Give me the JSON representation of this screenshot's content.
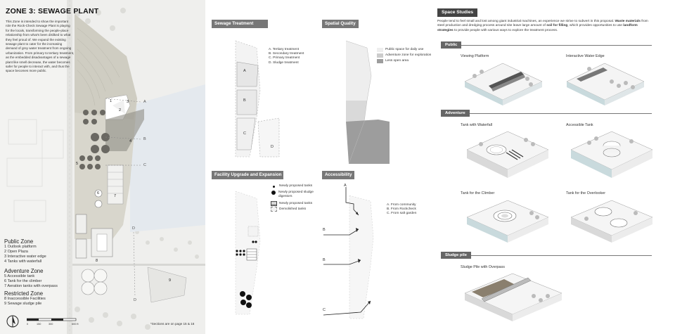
{
  "site": {
    "title": "ZONE 3: SEWAGE PLANT",
    "intro": "This Zone is intended to show the important role the Rock-Check Sewage Plant is playing for the locals, transforming the people-place relationship from what's been disliked to what they feel proud of. We expand the existing sewage plant to cater for the increasing demand of grey water treatment from ongoing urbanization. From primary to tertiary treatment, as the embedded disadvantages of a sewage plant like smell decrease, the water becomes safer for people to interact with, and thus the space becomes more public.",
    "zones": [
      {
        "heading": "Public Zone",
        "items": [
          "1 Outlook platform",
          "2 Open Plaza",
          "3 Interactive water edge",
          "4 Tanks with waterfall"
        ]
      },
      {
        "heading": "Adventure Zone",
        "items": [
          "5 Accessible tank",
          "6 Tank for the climber",
          "7 Aeration tanks with overpass"
        ]
      },
      {
        "heading": "Restricted Zone",
        "items": [
          "8 Inaccessible Facilities",
          "9 Sewage sludge pile"
        ]
      }
    ],
    "map_labels": [
      "1",
      "2",
      "3",
      "4",
      "5",
      "6",
      "7",
      "8",
      "9"
    ],
    "section_markers": [
      "A",
      "B",
      "C",
      "A",
      "B",
      "C",
      "D",
      "D"
    ],
    "scale_ticks": [
      "0",
      "150",
      "300",
      "600 ft"
    ],
    "sections_note": "*Sections are on page 15 & 16"
  },
  "zoning": {
    "title": "Sewage Treatment Zoning",
    "legend": [
      "A. Tertiary treatment",
      "B. Secondary treatment",
      "C. Primary treatment",
      "D. Sludge treatment"
    ],
    "labels": [
      "A",
      "B",
      "C",
      "D"
    ]
  },
  "spatial": {
    "title": "Spatial Quality",
    "legend": [
      "Public space for daily use",
      "Adventure zone for exploration",
      "Less open area"
    ],
    "colors": [
      "#eeeeee",
      "#cccccc",
      "#9d9d9d"
    ]
  },
  "facility": {
    "title": "Facility Upgrade and Expansion",
    "legend": [
      "Newly proposed tanks",
      "Newly proposed sludge digestors",
      "Newly proposed tanks",
      "Demolished tanks"
    ]
  },
  "access": {
    "title": "Accessibility",
    "legend": [
      "A. From community",
      "B. From Rockcheck",
      "C. From salt garden"
    ],
    "labels": [
      "A",
      "B",
      "B",
      "C"
    ]
  },
  "space": {
    "title": "Space Studies",
    "desc_parts": [
      {
        "text": "People tend to feel small and lost among giant industrial machines, an experience we strive to subvert in this proposal. ",
        "bold": false
      },
      {
        "text": "Waste materials",
        "bold": true
      },
      {
        "text": " from steel production and dredging process around site leave large amount of ",
        "bold": false
      },
      {
        "text": "soil for filling",
        "bold": true
      },
      {
        "text": ", which provides opportunities to use ",
        "bold": false
      },
      {
        "text": "landform strategies",
        "bold": true
      },
      {
        "text": " to provide people with various ways to explore the treatment process.",
        "bold": false
      }
    ],
    "sections": [
      {
        "label": "Public",
        "captions": [
          "Viewing Platform",
          "Interactive Water Edge"
        ]
      },
      {
        "label": "Adventure",
        "captions": [
          "Tank with Waterfall",
          "Accessible Tank",
          "Tank for the Climber",
          "Tank for the Overlooker"
        ]
      },
      {
        "label": "Sludge pile",
        "captions": [
          "Sludge Pile with Overpass"
        ]
      }
    ]
  }
}
